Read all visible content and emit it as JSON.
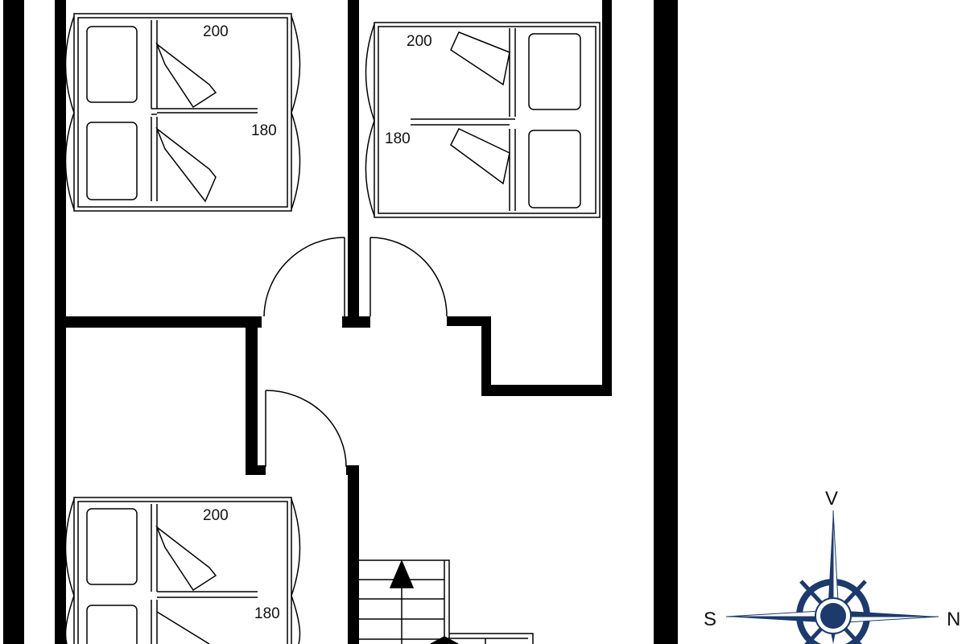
{
  "plan": {
    "beds": [
      {
        "length_label": "200",
        "width_label": "180"
      },
      {
        "length_label": "200",
        "width_label": "180"
      },
      {
        "length_label": "200",
        "width_label": "180"
      }
    ],
    "compass": {
      "north": "N",
      "south": "S",
      "vertical": "V",
      "color": "#1c3a6b"
    }
  }
}
